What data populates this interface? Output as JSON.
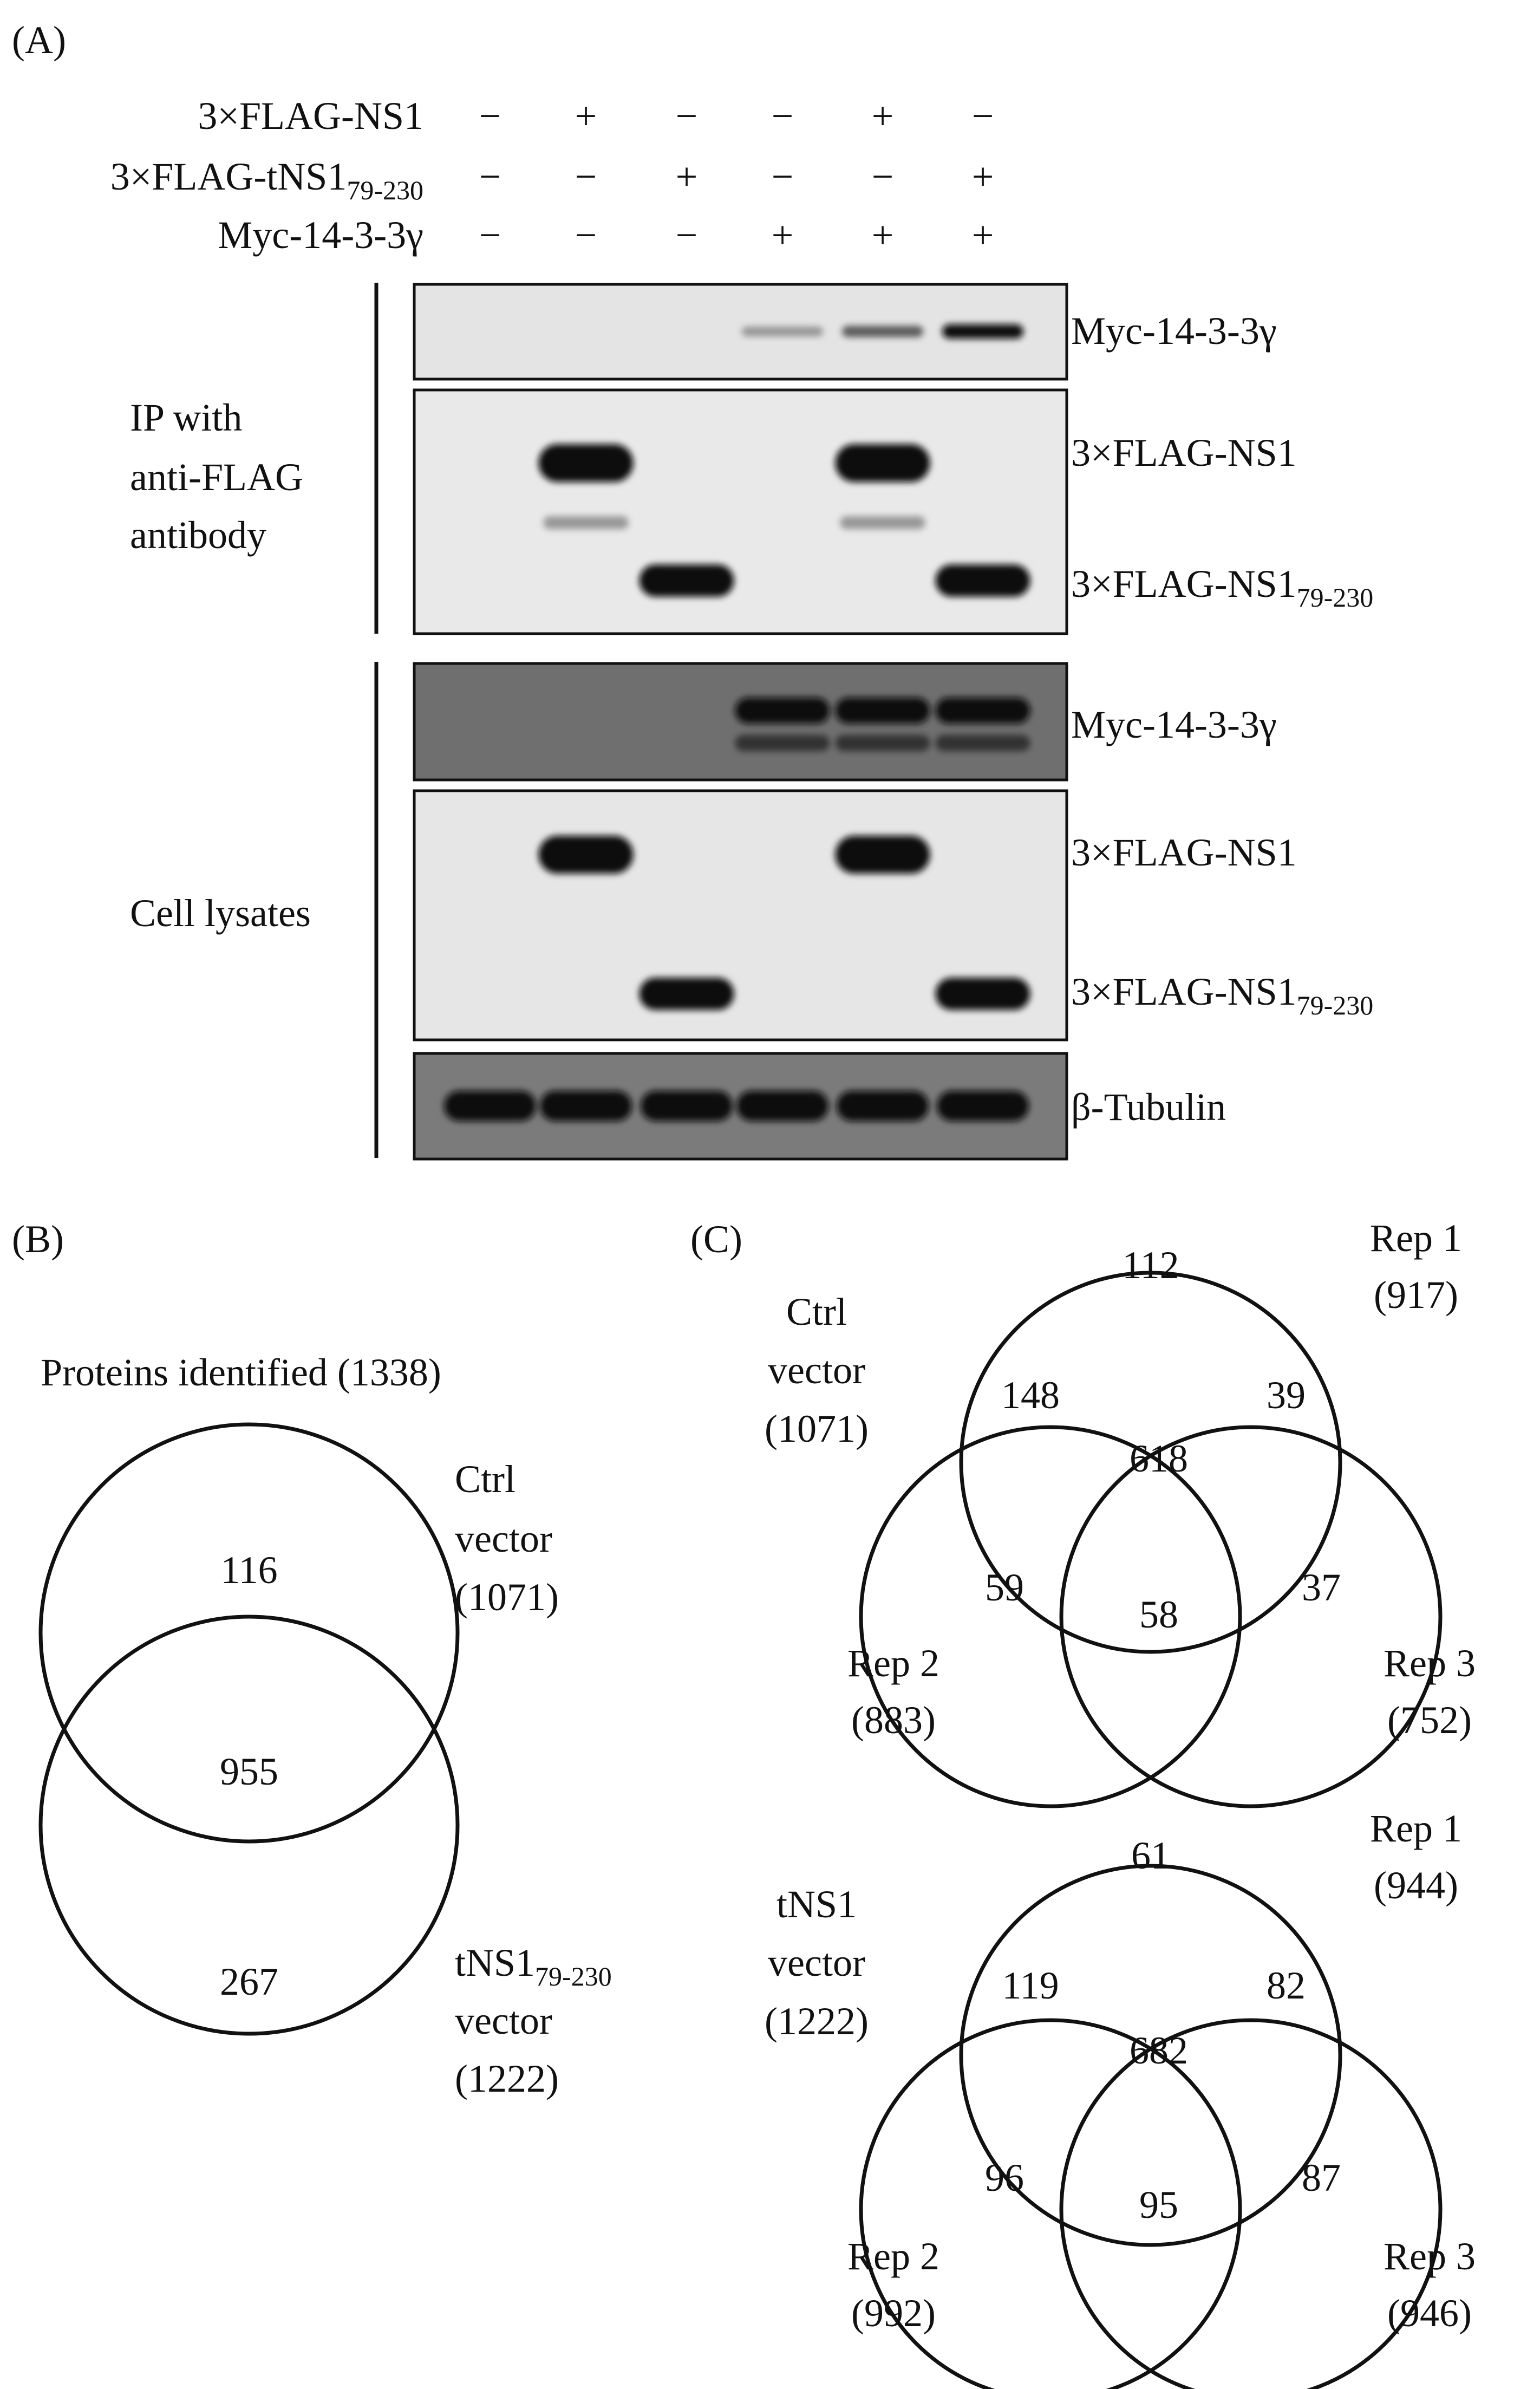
{
  "panel_a": {
    "label": "(A)",
    "conditions": [
      {
        "name": "3×FLAG-NS1",
        "sub": "",
        "signs": [
          "−",
          "+",
          "−",
          "−",
          "+",
          "−"
        ]
      },
      {
        "name": "3×FLAG-tNS1",
        "sub": "79-230",
        "signs": [
          "−",
          "−",
          "+",
          "−",
          "−",
          "+"
        ]
      },
      {
        "name": "Myc-14-3-3γ",
        "sub": "",
        "signs": [
          "−",
          "−",
          "−",
          "+",
          "+",
          "+"
        ]
      }
    ],
    "ip_label": [
      "IP with",
      "anti-FLAG",
      "antibody"
    ],
    "lysate_label": "Cell lysates",
    "blots": [
      {
        "id": "ip-myc",
        "labels": [
          {
            "text": "Myc-14-3-3γ",
            "sub": ""
          }
        ],
        "background": "#e4e4e4",
        "intensity": [
          0,
          0,
          0,
          0.35,
          0.6,
          1.0
        ]
      },
      {
        "id": "ip-flag",
        "labels": [
          {
            "text": "3×FLAG-NS1",
            "sub": ""
          },
          {
            "text": "3×FLAG-NS1",
            "sub": "79-230"
          }
        ],
        "background": "#e9e9e9",
        "upper": [
          0,
          1,
          0,
          0,
          1,
          0
        ],
        "lower": [
          0,
          0,
          1,
          0,
          0,
          1
        ]
      },
      {
        "id": "lys-myc",
        "labels": [
          {
            "text": "Myc-14-3-3γ",
            "sub": ""
          }
        ],
        "background": "#6f6f6f",
        "intensity": [
          0,
          0,
          0,
          1,
          1,
          1
        ]
      },
      {
        "id": "lys-flag",
        "labels": [
          {
            "text": "3×FLAG-NS1",
            "sub": ""
          },
          {
            "text": "3×FLAG-NS1",
            "sub": "79-230"
          }
        ],
        "background": "#e6e6e6",
        "upper": [
          0,
          1,
          0,
          0,
          1,
          0
        ],
        "lower": [
          0,
          0,
          1,
          0,
          0,
          1
        ]
      },
      {
        "id": "lys-tubulin",
        "labels": [
          {
            "text": "β-Tubulin",
            "sub": ""
          }
        ],
        "background": "#7b7b7b",
        "intensity": [
          1,
          1,
          1,
          1,
          1,
          1
        ]
      }
    ]
  },
  "panel_b": {
    "label": "(B)",
    "title": "Proteins identified (1338)",
    "sets": [
      {
        "lines": [
          "Ctrl",
          "vector",
          "(1071)"
        ],
        "sub": ""
      },
      {
        "lines": [
          "tNS1",
          "vector",
          "(1222)"
        ],
        "sub": "79-230"
      }
    ],
    "regions": {
      "top_only": "116",
      "overlap": "955",
      "bottom_only": "267"
    }
  },
  "panel_c": {
    "label": "(C)",
    "venns": [
      {
        "group": [
          "Ctrl",
          "vector",
          "(1071)"
        ],
        "rep1": [
          "Rep 1",
          "(917)"
        ],
        "rep2": [
          "Rep 2",
          "(883)"
        ],
        "rep3": [
          "Rep 3",
          "(752)"
        ],
        "regions": {
          "only1": "112",
          "r12": "148",
          "r13": "39",
          "r123": "618",
          "only2": "59",
          "r23": "58",
          "only3": "37"
        }
      },
      {
        "group": [
          "tNS1",
          "vector",
          "(1222)"
        ],
        "rep1": [
          "Rep 1",
          "(944)"
        ],
        "rep2": [
          "Rep 2",
          "(992)"
        ],
        "rep3": [
          "Rep 3",
          "(946)"
        ],
        "regions": {
          "only1": "61",
          "r12": "119",
          "r13": "82",
          "r123": "682",
          "only2": "96",
          "r23": "95",
          "only3": "87"
        }
      }
    ]
  }
}
